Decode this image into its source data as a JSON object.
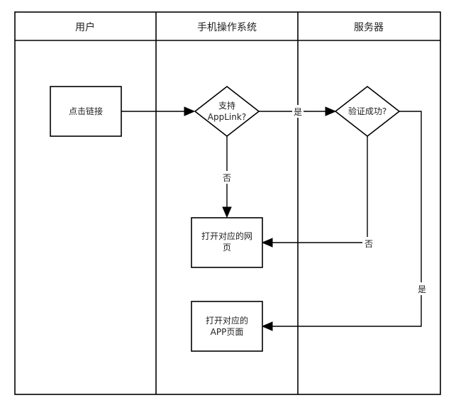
{
  "lanes": [
    {
      "title": "用户"
    },
    {
      "title": "手机操作系统"
    },
    {
      "title": "服务器"
    }
  ],
  "nodes": {
    "click_link": {
      "lines": [
        "点击链接"
      ]
    },
    "supports_applink": {
      "lines": [
        "支持",
        "AppLink?"
      ]
    },
    "verify_success": {
      "lines": [
        "验证成功?"
      ]
    },
    "open_webpage": {
      "lines": [
        "打开对应的网",
        "页"
      ]
    },
    "open_app_page": {
      "lines": [
        "打开对应的",
        "APP页面"
      ]
    }
  },
  "edges": {
    "supports_yes": {
      "label": "是"
    },
    "supports_no": {
      "label": "否"
    },
    "verify_no": {
      "label": "否"
    },
    "verify_yes": {
      "label": "是"
    }
  },
  "colors": {
    "stroke": "#000000",
    "text": "#222222",
    "background": "#ffffff"
  }
}
